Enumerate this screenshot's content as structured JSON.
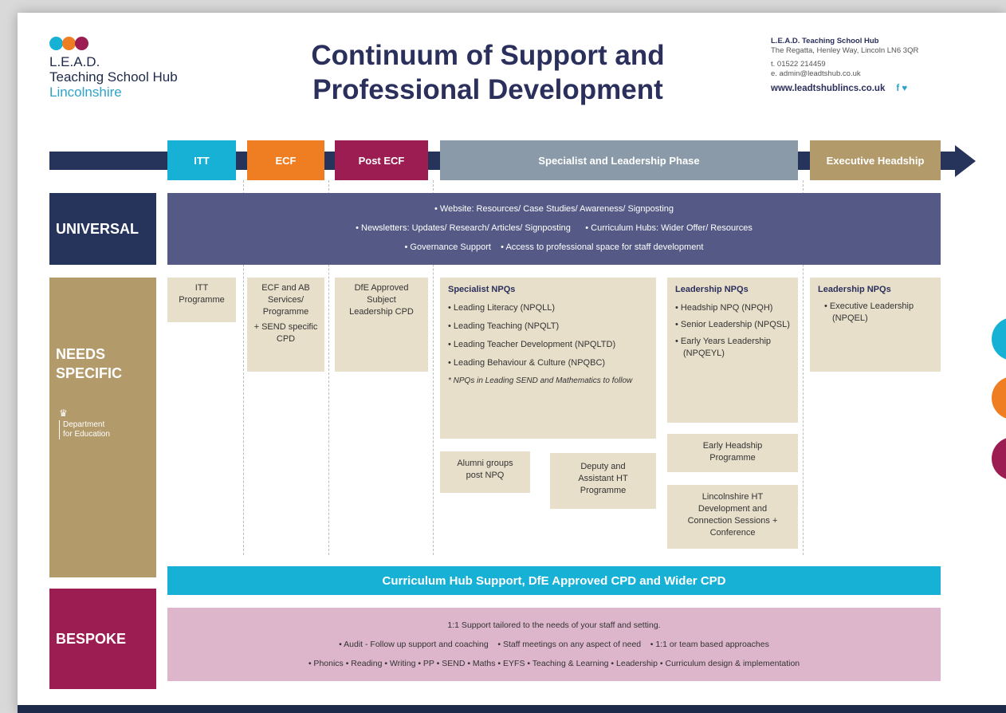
{
  "header": {
    "logo": {
      "line1": "L.E.A.D.",
      "line2": "Teaching School Hub",
      "line3": "Lincolnshire"
    },
    "title_line1": "Continuum of Support and",
    "title_line2": "Professional Development",
    "contact": {
      "org": "L.E.A.D. Teaching School Hub",
      "address": "The Regatta, Henley Way, Lincoln LN6 3QR",
      "phone": "t. 01522 214459",
      "email": "e. admin@leadtshub.co.uk",
      "website": "www.leadtshublincs.co.uk",
      "social": "f ♥"
    }
  },
  "phases": {
    "itt": "ITT",
    "ecf": "ECF",
    "post_ecf": "Post ECF",
    "specialist": "Specialist and Leadership Phase",
    "executive": "Executive Headship"
  },
  "rows": {
    "universal": "UNIVERSAL",
    "needs_line1": "NEEDS",
    "needs_line2": "SPECIFIC",
    "dfe_line1": "Department",
    "dfe_line2": "for Education",
    "bespoke": "BESPOKE"
  },
  "universal": {
    "line1": "• Website: Resources/ Case Studies/ Awareness/ Signposting",
    "line2": "• Newsletters: Updates/ Research/ Articles/ Signposting      • Curriculum Hubs: Wider Offer/ Resources",
    "line3": "• Governance Support    • Access to professional space for staff development"
  },
  "needs": {
    "itt_programme": "ITT Programme",
    "ecf_box": {
      "line1": "ECF and AB Services/ Programme",
      "line2": "+ SEND specific CPD"
    },
    "dfe_subject": "DfE Approved Subject Leadership CPD",
    "specialist": {
      "heading": "Specialist NPQs",
      "items": [
        "• Leading Literacy (NPQLL)",
        "• Leading Teaching (NPQLT)",
        "• Leading Teacher Development (NPQLTD)",
        "• Leading Behaviour & Culture (NPQBC)"
      ],
      "note": "* NPQs in Leading SEND and Mathematics to follow"
    },
    "leadership": {
      "heading": "Leadership NPQs",
      "items": [
        "• Headship NPQ (NPQH)",
        "• Senior Leadership (NPQSL)",
        "• Early Years Leadership (NPQEYL)"
      ]
    },
    "exec": {
      "heading": "Leadership NPQs",
      "items": [
        "• Executive Leadership (NPQEL)"
      ]
    },
    "early_headship": "Early Headship Programme",
    "alumni": "Alumni groups post NPQ",
    "deputy": "Deputy and Assistant HT Programme",
    "lincs_ht": "Lincolnshire HT Development and Connection Sessions + Conference"
  },
  "curriculum_bar": "Curriculum Hub Support, DfE Approved CPD and Wider CPD",
  "bespoke": {
    "line1": "1:1 Support tailored to the needs of your staff and setting.",
    "line2": "• Audit - Follow up support and coaching    • Staff meetings on any aspect of need    • 1:1 or team based approaches",
    "line3": "• Phonics • Reading • Writing • PP • SEND • Maths • EYFS • Teaching & Learning • Leadership • Curriculum design & implementation"
  },
  "colors": {
    "navy": "#26345b",
    "cyan": "#16b1d5",
    "orange": "#ef7d22",
    "maroon": "#9b1d51",
    "slate": "#8a9aa8",
    "gold": "#b29a6a",
    "tan": "#e8dfcb",
    "purple_grey": "#545a85",
    "pink": "#ddb6cb"
  }
}
